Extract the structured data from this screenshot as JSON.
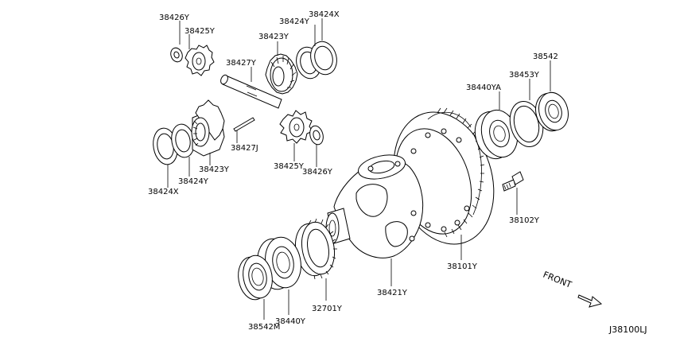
{
  "diagram": {
    "labels": {
      "p38426Y_top": "38426Y",
      "p38425Y_top": "38425Y",
      "p38424Y_top": "38424Y",
      "p38424X_top": "38424X",
      "p38423Y_top": "38423Y",
      "p38427Y": "38427Y",
      "p38542": "38542",
      "p38453Y": "38453Y",
      "p38440YA": "38440YA",
      "p38427J": "38427J",
      "p38423Y_bot": "38423Y",
      "p38424Y_bot": "38424Y",
      "p38424X_bot": "38424X",
      "p38425Y_bot": "38425Y",
      "p38426Y_bot": "38426Y",
      "p38102Y": "38102Y",
      "p38101Y": "38101Y",
      "p38421Y": "38421Y",
      "p32701Y": "32701Y",
      "p38440Y": "38440Y",
      "p38542M": "38542M"
    },
    "front_label": "FRONT",
    "diagram_code": "J38100LJ"
  }
}
